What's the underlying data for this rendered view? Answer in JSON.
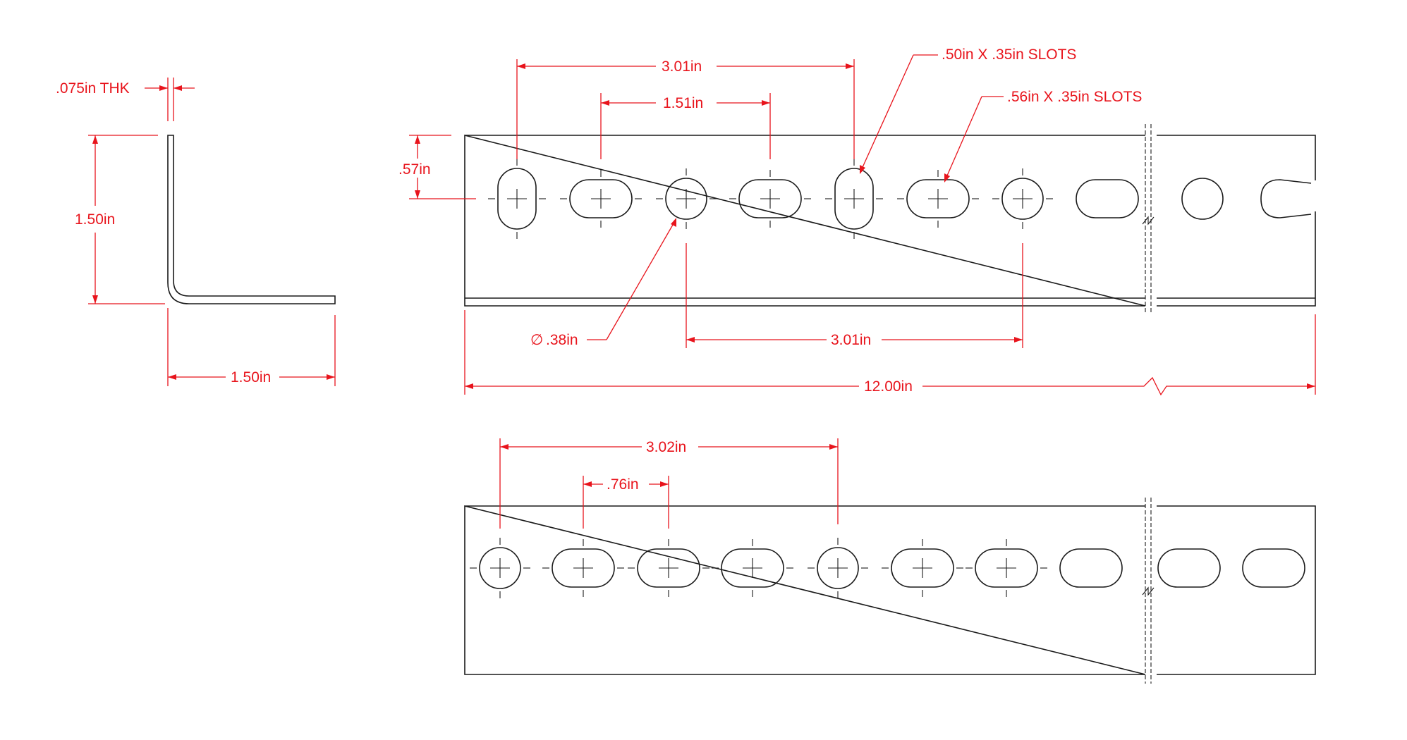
{
  "colors": {
    "dimension": "#e8141c",
    "part": "#1a1a1a",
    "background": "#ffffff"
  },
  "labels": {
    "thickness": ".075in THK",
    "leg_height": "1.50in",
    "leg_width": "1.50in",
    "edge_offset": ".57in",
    "top_span_outer": "3.01in",
    "top_span_inner": "1.51in",
    "slot_a": ".50in  X  .35in  SLOTS",
    "slot_b": ".56in  X  .35in  SLOTS",
    "hole_dia_symbol": "∅",
    "hole_dia": ".38in",
    "top_span_lower": "3.01in",
    "overall_length": "12.00in",
    "bottom_span_outer": "3.02in",
    "bottom_span_inner": ".76in"
  },
  "top_view_holes": [
    "vslot",
    "hslot",
    "round",
    "hslot",
    "vslot",
    "hslot",
    "round",
    "hslot",
    "round",
    "endslot"
  ],
  "bottom_view_holes": [
    "round",
    "hslot",
    "hslot",
    "hslot",
    "round",
    "hslot",
    "hslot",
    "hslot",
    "hslot",
    "hslot"
  ]
}
